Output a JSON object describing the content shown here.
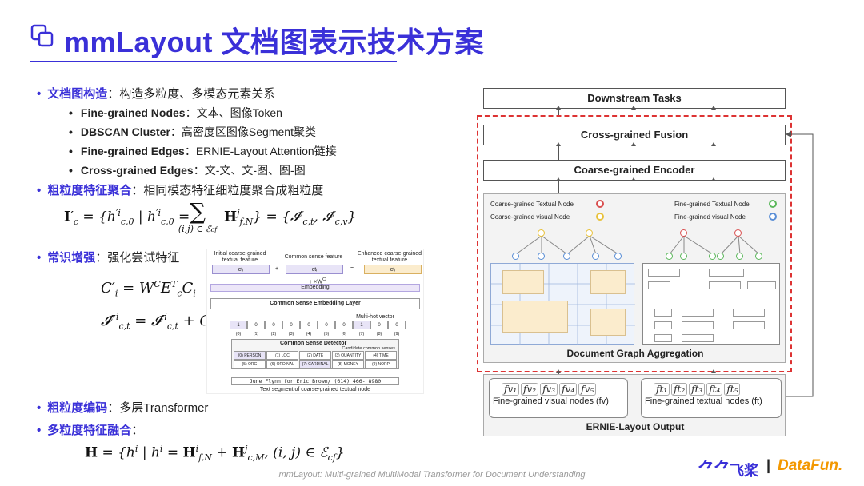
{
  "title": "mmLayout 文档图表示技术方案",
  "bullets": {
    "b1": {
      "kw": "文档图构造",
      "text": "：构造多粒度、多模态元素关系"
    },
    "b1_sub": [
      {
        "kw": "Fine-grained Nodes",
        "text": "：文本、图像Token"
      },
      {
        "kw": "DBSCAN Cluster",
        "text": "：高密度区图像Segment聚类"
      },
      {
        "kw": "Fine-grained Edges",
        "text": "：ERNIE-Layout  Attention链接"
      },
      {
        "kw": "Cross-grained Edges",
        "text": "：文-文、文-图、图-图"
      }
    ],
    "b2": {
      "kw": "粗粒度特征聚合",
      "text": "：相同模态特征细粒度聚合成粗粒度"
    },
    "b3": {
      "kw": "常识增强",
      "text": "：强化尝试特征"
    },
    "b4": {
      "kw": "粗粒度编码",
      "text": "：多层Transformer"
    },
    "b5": {
      "kw": "多粒度特征融合",
      "text": "："
    }
  },
  "commonsense_fig": {
    "initial": "Initial coarse-grained textual feature",
    "common": "Common sense feature",
    "enhanced": "Enhanced coarse-grained textual feature",
    "embedding": "Embedding",
    "embedding_layer": "Common Sense Embedding Layer",
    "multihot": "Multi-hot vector",
    "bits": [
      "1",
      "0",
      "0",
      "0",
      "0",
      "0",
      "0",
      "1",
      "0",
      "0"
    ],
    "idx": [
      "(0)",
      "(1)",
      "(2)",
      "(3)",
      "(4)",
      "(5)",
      "(6)",
      "(7)",
      "(8)",
      "(9)"
    ],
    "detector": "Common Sense Detector",
    "candidate": "Candidate common senses",
    "senses_row1": [
      "(0) PERSON",
      "(1) LOC",
      "(2) DATE",
      "(3) QUANTITY",
      "(4) TIME"
    ],
    "senses_row2": [
      "(5) ORG",
      "(6) ORDINAL",
      "(7) CARDINAL",
      "(8) MONEY",
      "(9) NORP"
    ],
    "segment": "June Flynn for Eric Brown/ (614) 466- 8980",
    "segment_caption": "Text segment of coarse-grained textual node"
  },
  "arch": {
    "downstream": "Downstream Tasks",
    "fusion": "Cross-grained Fusion",
    "encoder": "Coarse-grained Encoder",
    "legend_ct": "Coarse-grained Textual Node",
    "legend_cv": "Coarse-grained visual Node",
    "legend_ft": "Fine-grained Textual Node",
    "legend_fv": "Fine-grained visual Node",
    "aggregation": "Document Graph Aggregation",
    "fv_tokens": [
      "fv₁",
      "fv₂",
      "fv₃",
      "fv₄",
      "fv₅"
    ],
    "ft_tokens": [
      "ft₁",
      "ft₂",
      "ft₃",
      "ft₄",
      "ft₅"
    ],
    "fv_label": "Fine-grained visual nodes (fv)",
    "ft_label": "Fine-grained textual nodes (ft)",
    "output": "ERNIE-Layout Output",
    "colors": {
      "coarse_text": "#d94f4f",
      "coarse_visual": "#e8c13a",
      "fine_text": "#5cb85c",
      "fine_visual": "#5b8fd6"
    }
  },
  "caption": "mmLayout: Multi-grained MultiModal Transformer for Document Understanding",
  "logo": {
    "paddle": "飞桨",
    "sep": "|",
    "datafun": "DataFun."
  },
  "accent": "#3a30d8"
}
